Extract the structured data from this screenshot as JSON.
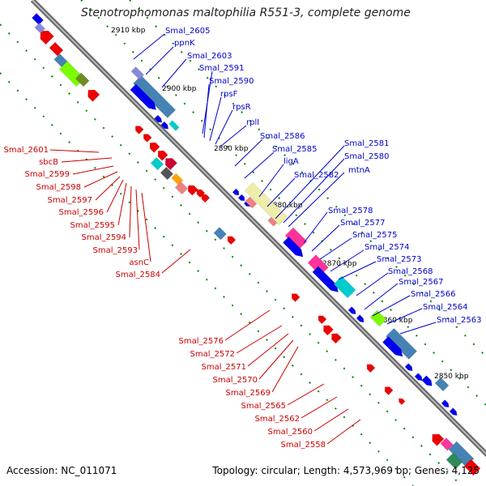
{
  "title": "Stenotrophomonas maltophilia R551-3, complete genome",
  "accession": "Accession: NC_011071",
  "summary": "Topology: circular; Length: 4,573,969 bp; Genes: 4,125",
  "scale_labels": [
    "2910 kbp",
    "2900 kbp",
    "2890 kbp",
    "2880 kbp",
    "2870 kbp",
    "2860 kbp",
    "2850 kbp"
  ],
  "genes_top": [
    "Smal_2605",
    "ppnK",
    "Smal_2603",
    "Smal_2591",
    "Smal_2590",
    "rpsF",
    "rpsR",
    "rplI",
    "Smal_2586",
    "Smal_2585",
    "ligA",
    "Smal_2582",
    "Smal_2581",
    "Smal_2580",
    "mtnA",
    "Smal_2578",
    "Smal_2577",
    "Smal_2575",
    "Smal_2574",
    "Smal_2573",
    "Smal_2568",
    "Smal_2567",
    "Smal_2566",
    "Smal_2564",
    "Smal_2563"
  ],
  "genes_bottom_left": [
    "Smal_2601",
    "sbcB",
    "Smal_2599",
    "Smal_2598",
    "Smal_2597",
    "Smal_2596",
    "Smal_2595",
    "Smal_2594",
    "Smal_2593",
    "asnC",
    "Smal_2584"
  ],
  "genes_bottom": [
    "Smal_2576",
    "Smal_2572",
    "Smal_2571",
    "Smal_2570",
    "Smal_2569",
    "Smal_2565",
    "Smal_2562",
    "Smal_2560",
    "Smal_2558"
  ],
  "colors": {
    "forward": "#0000ee",
    "reverse": "#ee0000",
    "label_forward": "#0000cc",
    "label_reverse": "#cc0000",
    "backbone": "#888888",
    "ticks": "#008800"
  }
}
